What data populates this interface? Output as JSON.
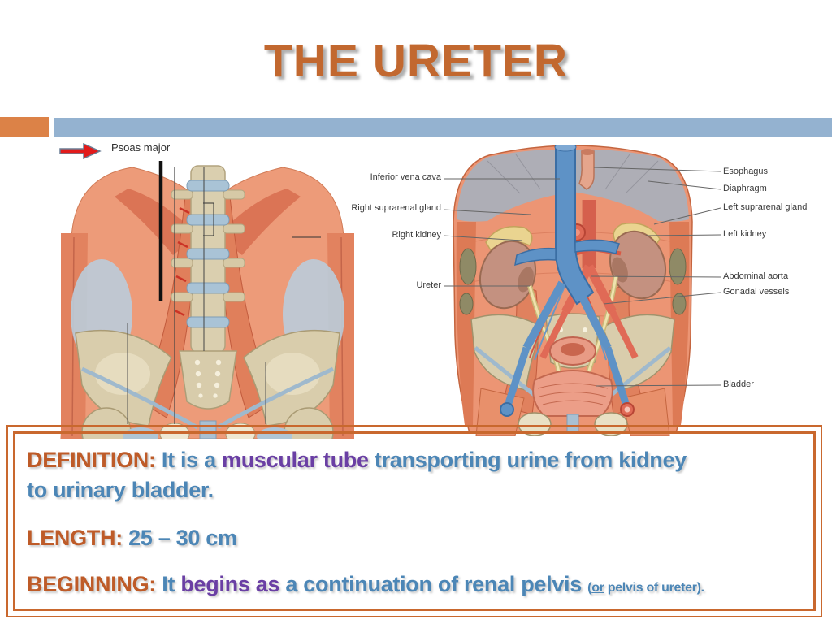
{
  "slide": {
    "title": "THE URETER"
  },
  "colors": {
    "title_orange": "#C2682F",
    "accent_square_orange": "#DC8247",
    "accent_bar_blue": "#94B2D0",
    "box_border_orange": "#C9682E",
    "heading_orange": "#BE5B28",
    "body_blue": "#4C86B6",
    "highlight_purple": "#6A3FA4",
    "arrow_red": "#E21B1B"
  },
  "left_figure": {
    "label": "Psoas major"
  },
  "right_figure": {
    "labels_left": [
      "Inferior vena cava",
      "Right suprarenal gland",
      "Right kidney",
      "Ureter"
    ],
    "labels_right": [
      "Esophagus",
      "Diaphragm",
      "Left suprarenal gland",
      "Left kidney",
      "Abdominal aorta",
      "Gonadal vessels",
      "Bladder"
    ]
  },
  "definition": {
    "heading": "DEFINITION:",
    "seg1": "It is a",
    "highlight": "muscular tube",
    "seg2": "transporting urine from kidney",
    "seg3": "to urinary bladder."
  },
  "length": {
    "heading": "LENGTH:",
    "value": "25 – 30 cm"
  },
  "beginning": {
    "heading": "BEGINNING:",
    "seg1": "It",
    "highlight": "begins as",
    "seg2": "a continuation of renal pelvis",
    "paren_open": "(",
    "paren_or": "or",
    "paren_rest": " pelvis of ureter)."
  }
}
